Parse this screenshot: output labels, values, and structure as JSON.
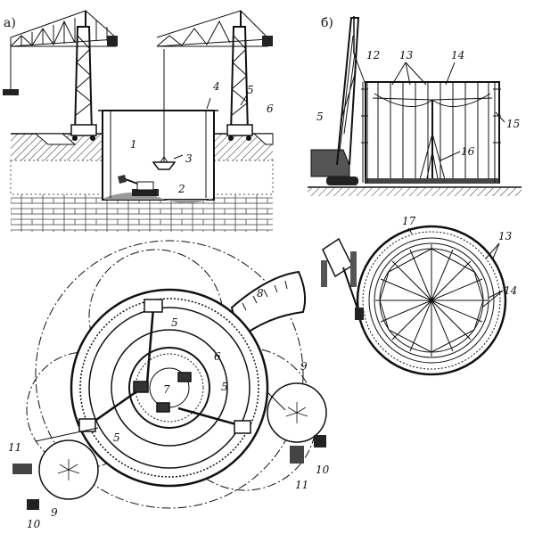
{
  "panels": {
    "a": "а)",
    "b": "б)"
  },
  "labels": {
    "n1": "1",
    "n2": "2",
    "n3": "3",
    "n4": "4",
    "n5": "5",
    "n6": "6",
    "n7": "7",
    "n8": "8",
    "n9": "9",
    "n10": "10",
    "n11": "11",
    "n12": "12",
    "n13": "13",
    "n14": "14",
    "n15": "15",
    "n16": "16",
    "n17": "17"
  }
}
